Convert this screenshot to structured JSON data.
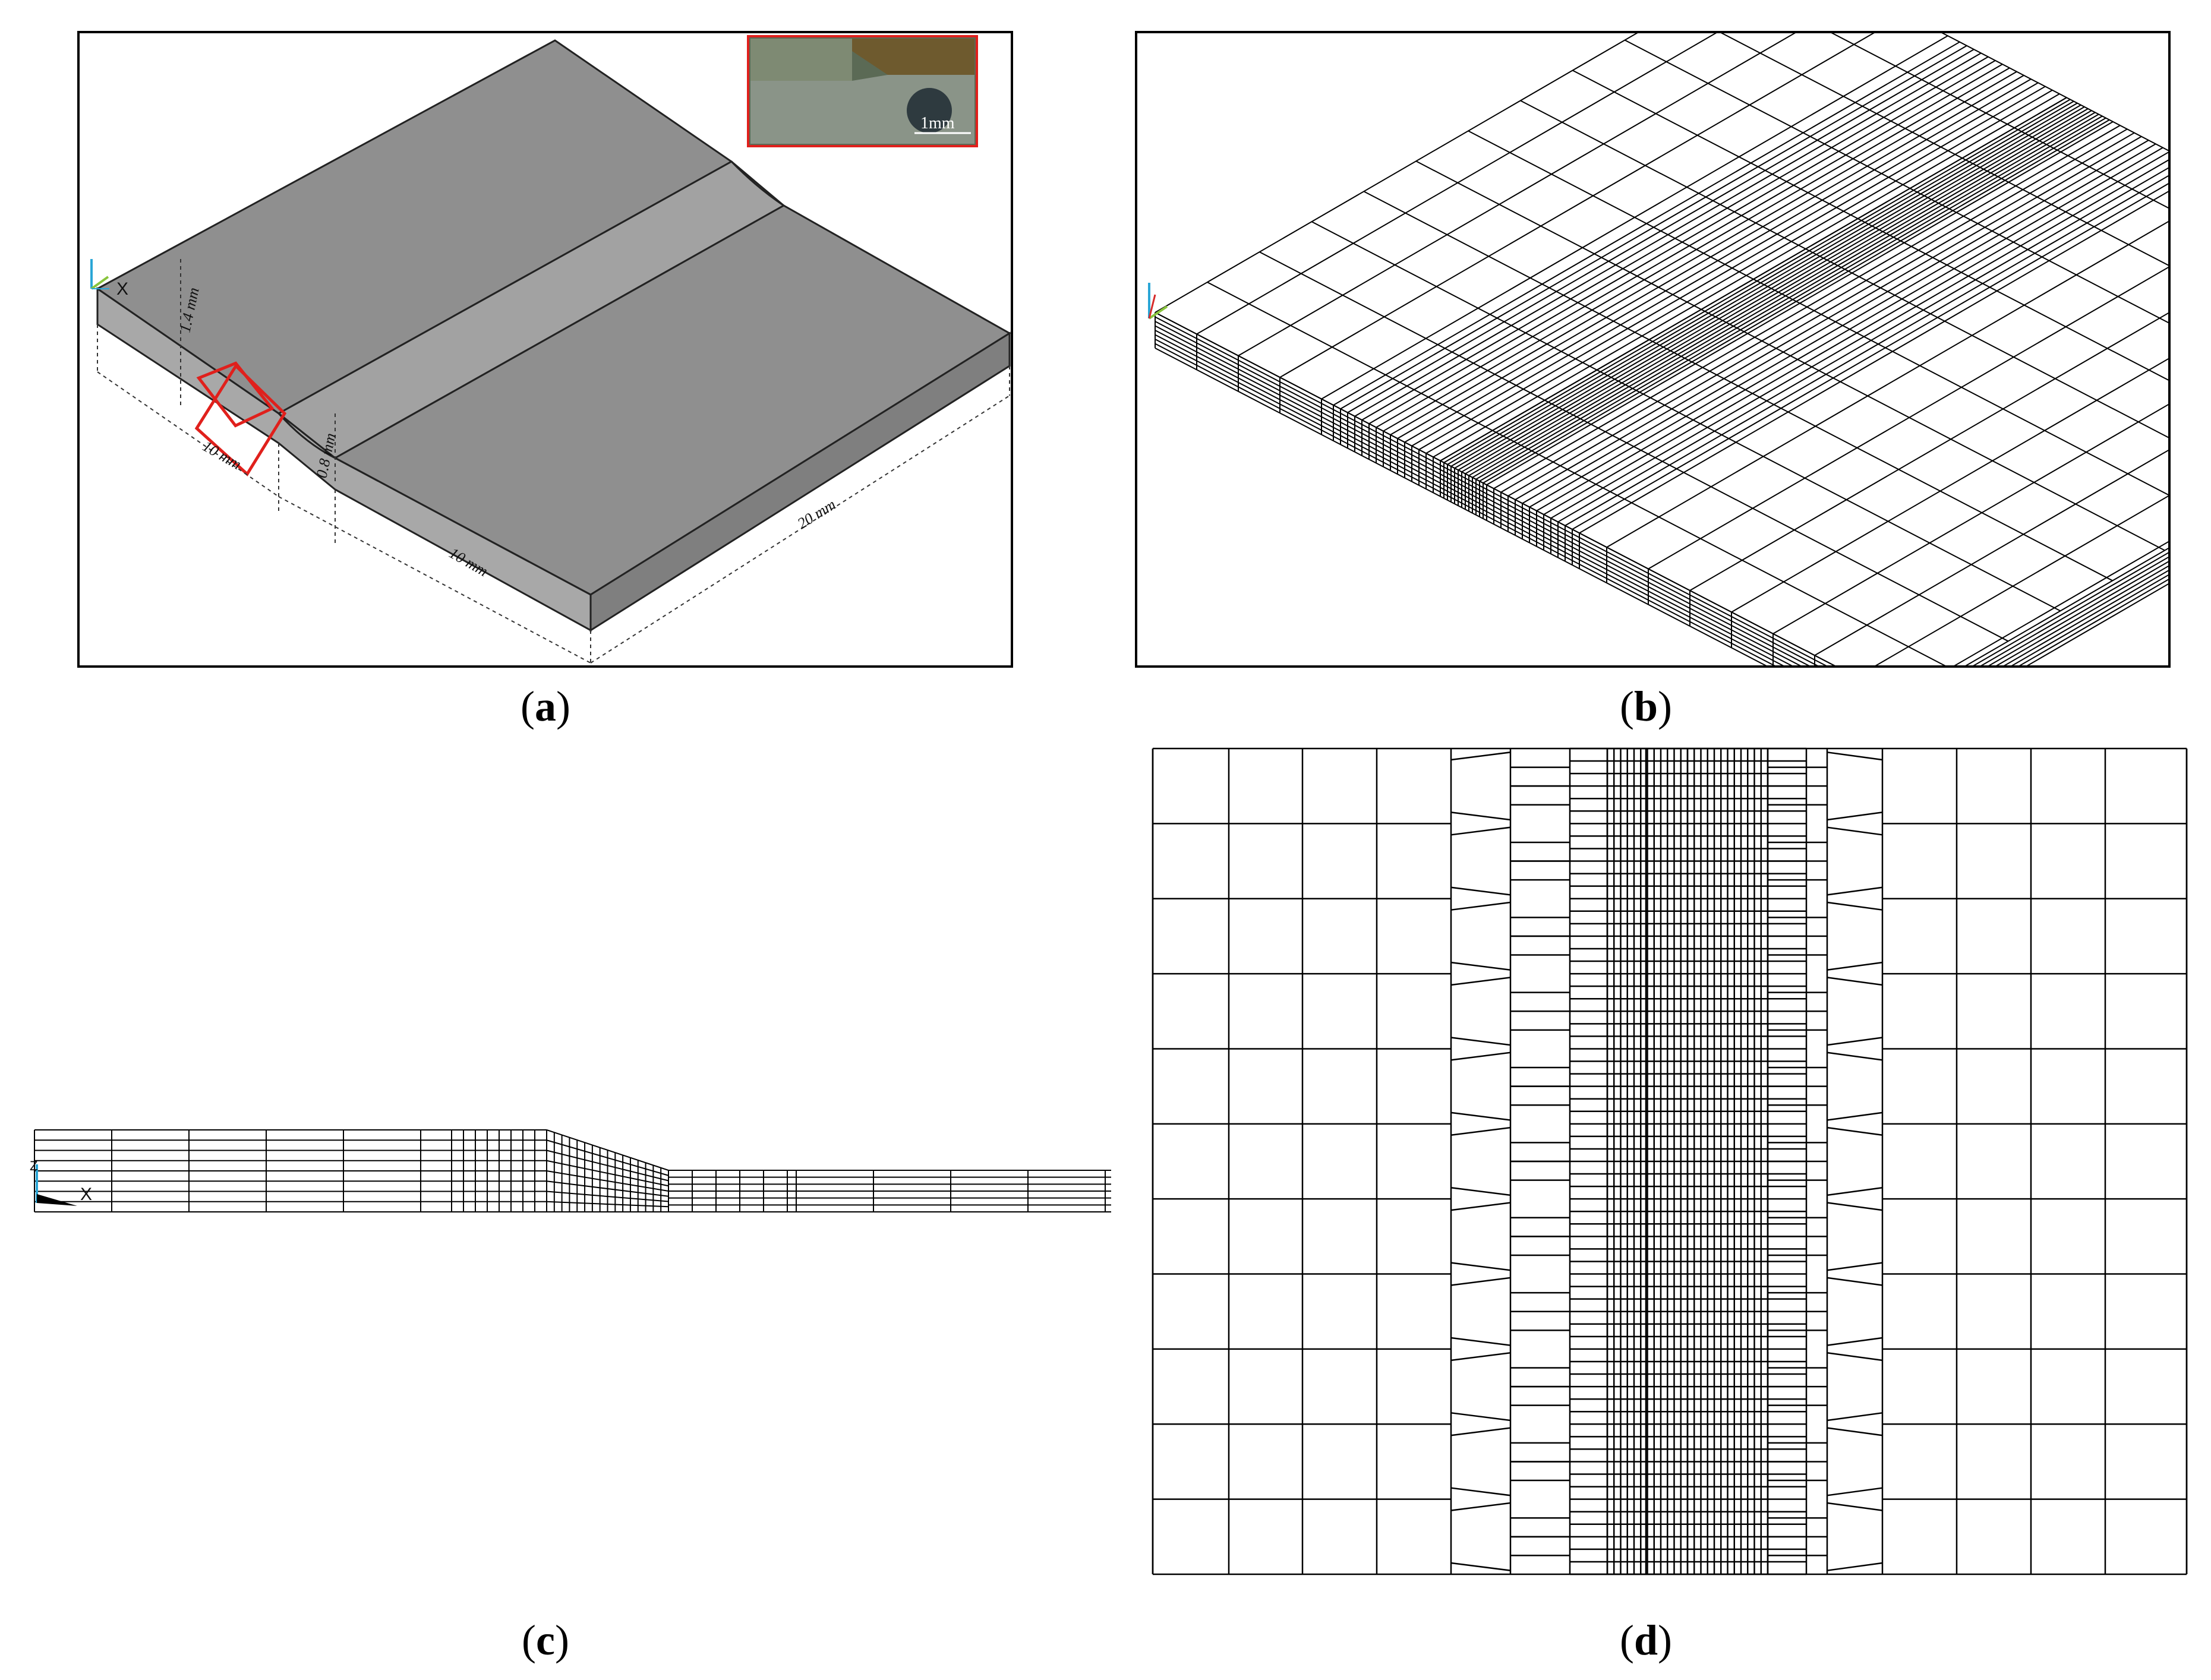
{
  "captions": {
    "a": {
      "open": "(",
      "letter": "a",
      "close": ")"
    },
    "b": {
      "open": "(",
      "letter": "b",
      "close": ")"
    },
    "c": {
      "open": "(",
      "letter": "c",
      "close": ")"
    },
    "d": {
      "open": "(",
      "letter": "d",
      "close": ")"
    }
  },
  "panel_a": {
    "dim_thickness": "1.4 mm",
    "dim_left_width": "10 mm",
    "dim_weld_height": "0.8 mm",
    "dim_mid_width": "10 mm",
    "dim_length": "20 mm",
    "inset_scale": "1mm",
    "axis_x": "X",
    "colors": {
      "plate_top": "#8f8f8f",
      "plate_side": "#a3a3a3",
      "weld": "#9c9c9c",
      "highlight": "#e0201c"
    }
  },
  "panel_c": {
    "axis_x": "X",
    "axis_z": "Z"
  }
}
